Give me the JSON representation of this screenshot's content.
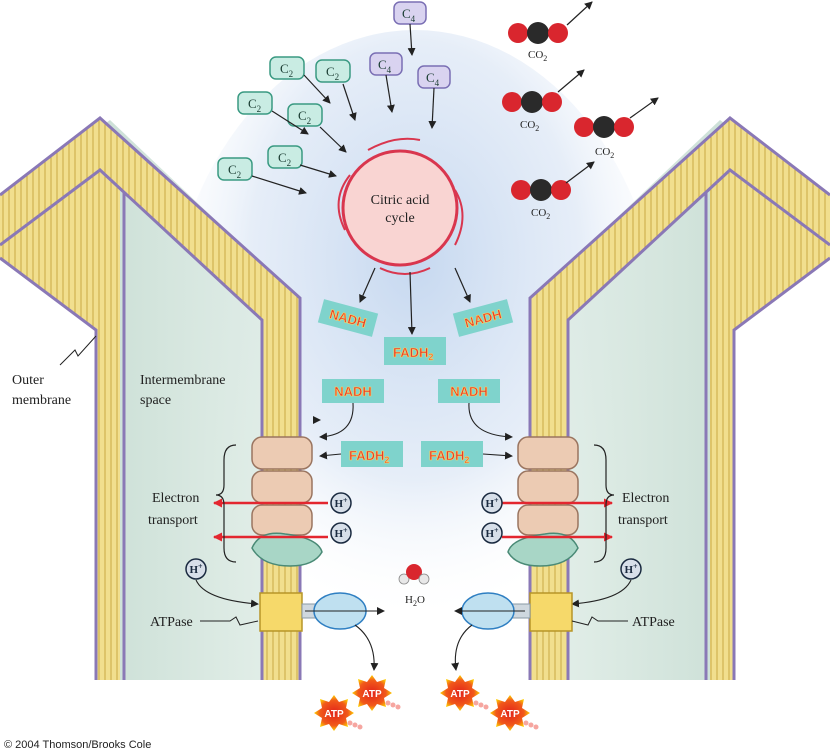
{
  "cycle": {
    "line1": "Citric acid",
    "line2": "cycle"
  },
  "c2_labels": [
    "C",
    "C",
    "C",
    "C",
    "C",
    "C"
  ],
  "c2_subscript": "2",
  "c4_labels": [
    "C",
    "C",
    "C"
  ],
  "c4_subscript": "4",
  "co2": {
    "label": "CO",
    "subscript": "2"
  },
  "nadh": "NADH",
  "fadh": {
    "label": "FADH",
    "subscript": "2"
  },
  "hplus": {
    "label": "H",
    "sup": "+"
  },
  "water": {
    "label": "H",
    "sub": "2",
    "tail": "O"
  },
  "labels": {
    "outer_membrane_1": "Outer",
    "outer_membrane_2": "membrane",
    "intermembrane_1": "Intermembrane",
    "intermembrane_2": "space",
    "electron_1": "Electron",
    "electron_2": "transport",
    "atpase": "ATPase"
  },
  "atp": "ATP",
  "copyright": "© 2004 Thomson/Brooks Cole",
  "colors": {
    "membrane_fill": "#f4e6a0",
    "membrane_edge": "#8a78b6",
    "matrix_tint": "#c7d9ef",
    "intermembrane": "#d2e4dc",
    "tag_bg": "#7fd3cc",
    "tag_text": "#e63b2e",
    "cycle_fill": "#f9d4d2",
    "cycle_line": "#d9364e"
  }
}
